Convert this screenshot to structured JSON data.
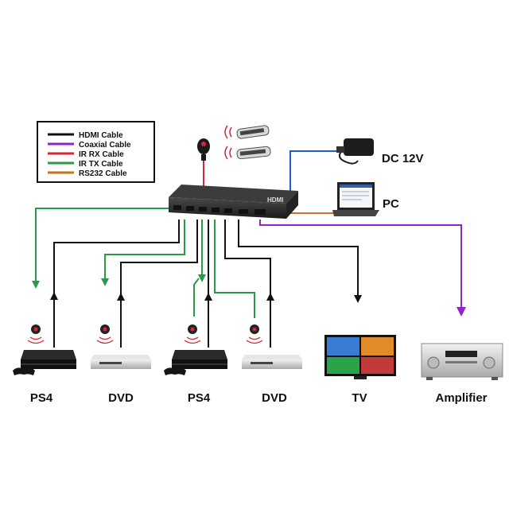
{
  "legend": {
    "items": [
      {
        "label": "HDMI Cable",
        "color": "#111111"
      },
      {
        "label": "Coaxial Cable",
        "color": "#8e24c9"
      },
      {
        "label": "IR RX Cable",
        "color": "#d2283c"
      },
      {
        "label": "IR TX Cable",
        "color": "#2a9a4a"
      },
      {
        "label": "RS232 Cable",
        "color": "#c8731e"
      }
    ]
  },
  "power": {
    "label": "DC 12V",
    "cable_color": "#1f5fbf"
  },
  "pc": {
    "label": "PC"
  },
  "devices": {
    "ps4_left": "PS4",
    "dvd_left": "DVD",
    "ps4_right": "PS4",
    "dvd_right": "DVD",
    "tv": "TV",
    "amplifier": "Amplifier"
  },
  "switch": {
    "logo": "HDMI"
  },
  "icons": {
    "remote": "remote-control-icon",
    "ir_receiver": "ir-receiver-icon",
    "ir_emitter": "ir-emitter-icon",
    "adapter": "power-adapter-icon",
    "laptop": "laptop-icon"
  }
}
